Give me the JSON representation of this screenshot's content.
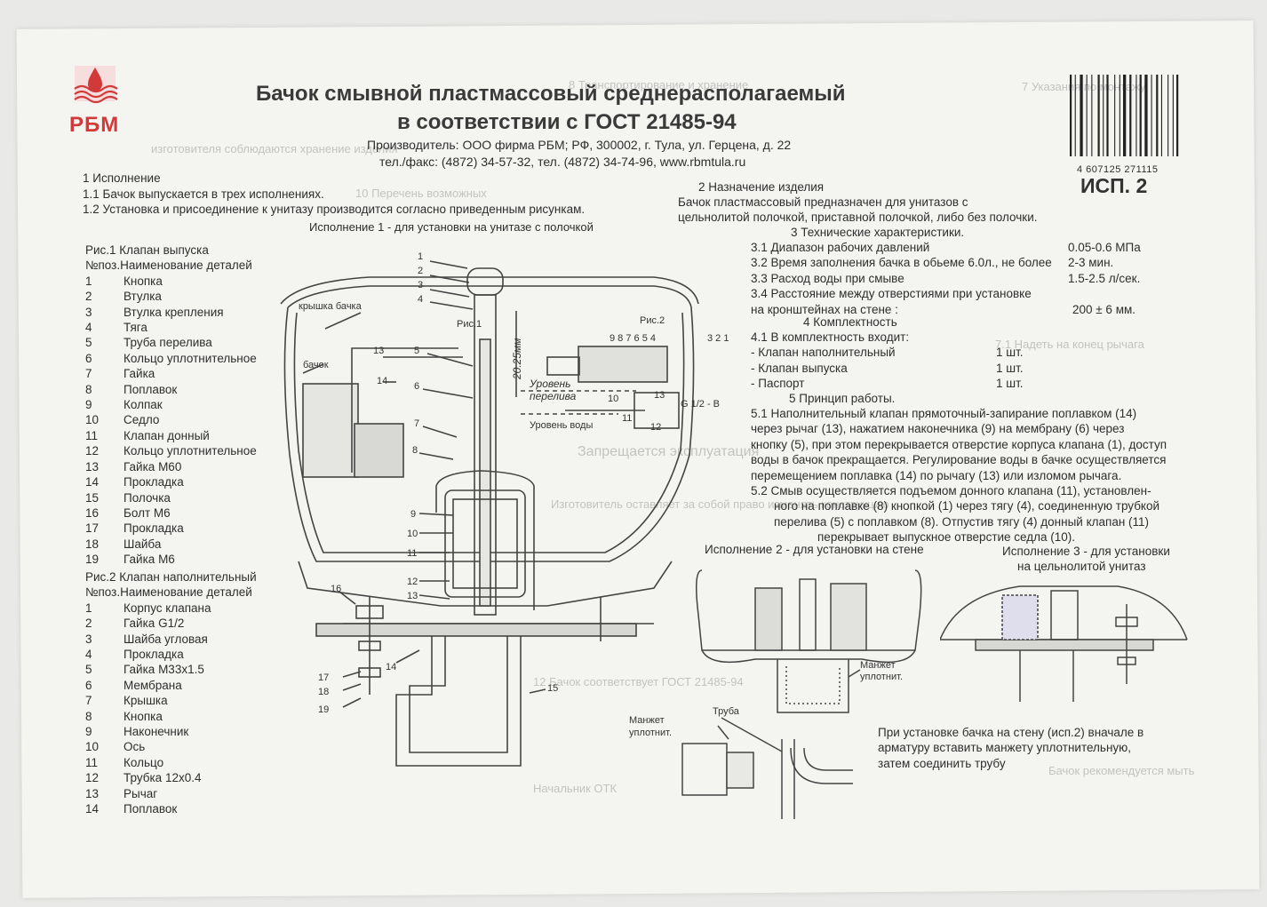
{
  "header": {
    "logo_text": "РБМ",
    "logo_icon": "rbm-drop-wave-logo-icon",
    "title_line1": "Бачок смывной пластмассовый среднерасполагаемый",
    "title_line2": "в соответствии с ГОСТ 21485-94",
    "manufacturer": "Производитель: ООО фирма РБМ; РФ, 300002, г. Тула, ул. Герцена, д. 22",
    "contacts": "тел./факс: (4872) 34-57-32, тел. (4872) 34-74-96, www.rbmtula.ru",
    "barcode": "4 607125 271115",
    "variant": "ИСП. 2"
  },
  "section1": {
    "heading": "1 Исполнение",
    "p1": "1.1 Бачок выпускается в трех исполнениях.",
    "p2": "1.2 Установка и присоединение к унитазу производится согласно приведенным рисункам."
  },
  "fig_main_caption": "Исполнение 1 - для установки на унитазе с полочкой",
  "list1": {
    "title": "Рис.1 Клапан выпуска",
    "header": "№поз.Наименование деталей",
    "items": [
      {
        "n": "1",
        "name": "Кнопка"
      },
      {
        "n": "2",
        "name": "Втулка"
      },
      {
        "n": "3",
        "name": "Втулка крепления"
      },
      {
        "n": "4",
        "name": "Тяга"
      },
      {
        "n": "5",
        "name": "Труба перелива"
      },
      {
        "n": "6",
        "name": "Кольцо уплотнительное"
      },
      {
        "n": "7",
        "name": "Гайка"
      },
      {
        "n": "8",
        "name": "Поплавок"
      },
      {
        "n": "9",
        "name": "Колпак"
      },
      {
        "n": "10",
        "name": "Седло"
      },
      {
        "n": "11",
        "name": "Клапан донный"
      },
      {
        "n": "12",
        "name": "Кольцо уплотнительное"
      },
      {
        "n": "13",
        "name": "Гайка М60"
      },
      {
        "n": "14",
        "name": "Прокладка"
      },
      {
        "n": "15",
        "name": "Полочка"
      },
      {
        "n": "16",
        "name": "Болт М6"
      },
      {
        "n": "17",
        "name": "Прокладка"
      },
      {
        "n": "18",
        "name": "Шайба"
      },
      {
        "n": "19",
        "name": "Гайка М6"
      }
    ]
  },
  "list2": {
    "title": "Рис.2 Клапан наполнительный",
    "header": "№поз.Наименование деталей",
    "items": [
      {
        "n": "1",
        "name": "Корпус клапана"
      },
      {
        "n": "2",
        "name": "Гайка G1/2"
      },
      {
        "n": "3",
        "name": "Шайба угловая"
      },
      {
        "n": "4",
        "name": "Прокладка"
      },
      {
        "n": "5",
        "name": "Гайка М33х1.5"
      },
      {
        "n": "6",
        "name": "Мембрана"
      },
      {
        "n": "7",
        "name": "Крышка"
      },
      {
        "n": "8",
        "name": "Кнопка"
      },
      {
        "n": "9",
        "name": "Наконечник"
      },
      {
        "n": "10",
        "name": "Ось"
      },
      {
        "n": "11",
        "name": "Кольцо"
      },
      {
        "n": "12",
        "name": "Трубка 12х0.4"
      },
      {
        "n": "13",
        "name": "Рычаг"
      },
      {
        "n": "14",
        "name": "Поплавок"
      }
    ]
  },
  "section2": {
    "heading": "2 Назначение изделия",
    "p1": "Бачок пластмассовый предназначен для унитазов с",
    "p2": "цельнолитой полочкой, приставной полочкой, либо без полочки."
  },
  "section3": {
    "heading": "3 Технические характеристики.",
    "specs": [
      {
        "label": "3.1 Диапазон рабочих давлений",
        "value": "0.05-0.6 МПа"
      },
      {
        "label": "3.2 Время заполнения бачка в обьеме 6.0л., не более",
        "value": "2-3 мин."
      },
      {
        "label": "3.3 Расход воды при смыве",
        "value": "1.5-2.5 л/сек."
      }
    ],
    "spec4_line1": "3.4 Расстояние между отверстиями при установке",
    "spec4_line2": "на кронштейнах на стене :",
    "spec4_value": "200 ± 6 мм."
  },
  "section4": {
    "heading": "4 Комплектность",
    "intro": "4.1 В комплектность входит:",
    "items": [
      {
        "name": "- Клапан наполнительный",
        "qty": "1 шт."
      },
      {
        "name": "- Клапан выпуска",
        "qty": "1 шт."
      },
      {
        "name": "- Паспорт",
        "qty": "1 шт."
      }
    ]
  },
  "section5": {
    "heading": "5 Принцип работы.",
    "lines": [
      "5.1 Наполнительный клапан прямоточный-запирание поплавком (14)",
      "через рычаг (13), нажатием наконечника (9) на мембрану (6) через",
      "кнопку (5), при этом перекрывается отверстие корпуса клапана (1), доступ",
      "воды в бачок прекращается. Регулирование воды в бачке осуществляется",
      "перемещением поплавка (14) по рычагу (13) или изломом рычага.",
      "5.2 Смыв осуществляется подъемом донного клапана (11), установлен-",
      "ного на поплавке (8) кнопкой (1) через тягу (4), соединенную трубкой",
      "перелива (5) с поплавком (8). Отпустив тягу (4) донный клапан (11)",
      "перекрывает выпускное отверстие седла (10)."
    ]
  },
  "fig_labels": {
    "lid": "крышка бачка",
    "tank": "бачок",
    "fig1": "Рис.1",
    "fig2": "Рис.2",
    "height": "20.25мм",
    "overflow1": "Уровень",
    "overflow2": "перелива",
    "water_level": "Уровень воды",
    "thread": "G 1/2 - B",
    "cuff": "Манжет",
    "cuff2": "уплотнит.",
    "pipe": "Труба",
    "cuff3": "Манжет",
    "cuff4": "уплотнит."
  },
  "variant2_caption": "Исполнение 2 - для установки на стене",
  "variant3_caption1": "Исполнение 3 - для установки",
  "variant3_caption2": "на цельнолитой унитаз",
  "wall_note": [
    "При установке бачка на стену (исп.2) вначале в",
    "арматуру вставить манжету уплотнительную,",
    "затем соединить трубу"
  ]
}
